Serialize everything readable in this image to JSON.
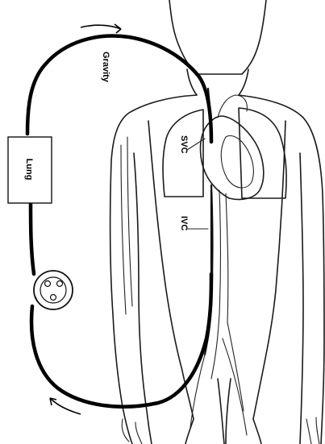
{
  "labels": {
    "gravity": "Gravity",
    "lung": "Lung",
    "svc": "SVC",
    "ivc": "IVC"
  },
  "colors": {
    "line": "#000000",
    "background": "#ffffff"
  },
  "icons": [
    "pump-icon",
    "flow-arrow-icon"
  ]
}
